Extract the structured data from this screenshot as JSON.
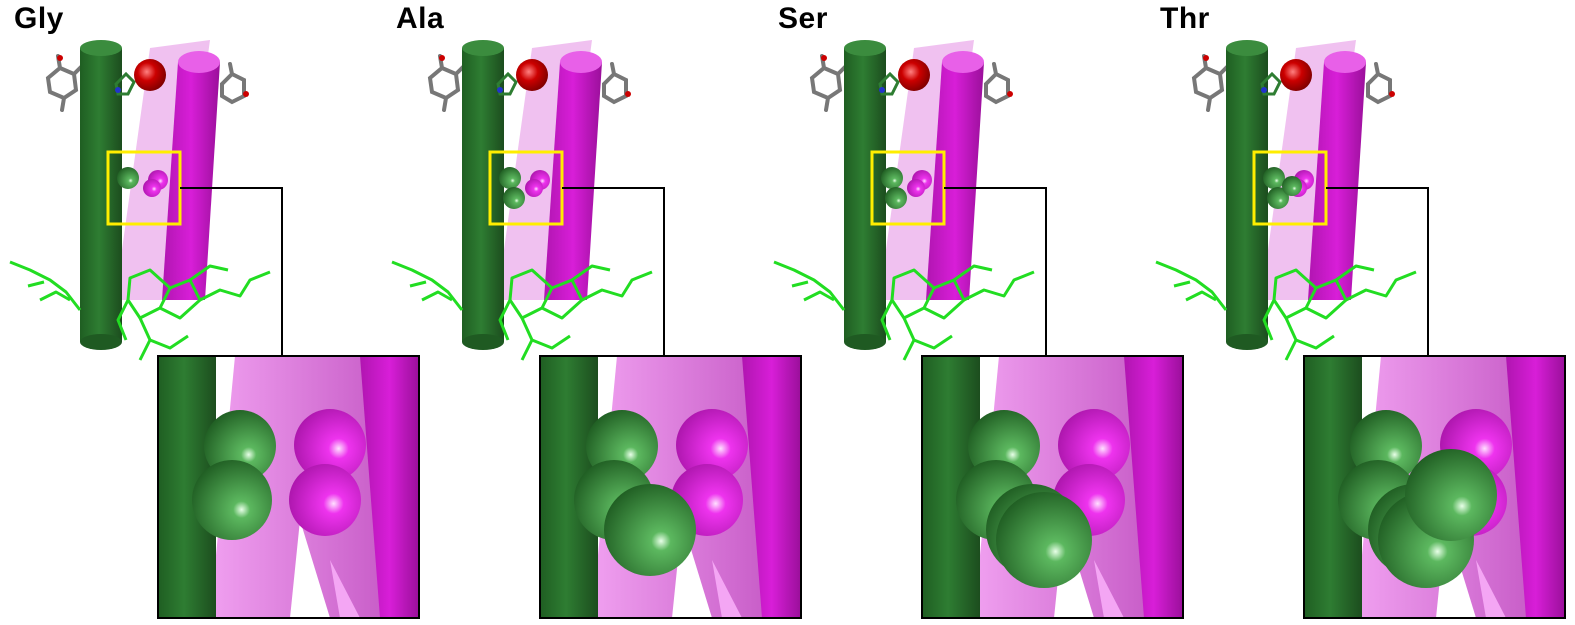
{
  "figure": {
    "panels": [
      {
        "label": "Gly",
        "residue": "glycine",
        "zoom_sidechain_atoms": 0
      },
      {
        "label": "Ala",
        "residue": "alanine",
        "zoom_sidechain_atoms": 1
      },
      {
        "label": "Ser",
        "residue": "serine",
        "zoom_sidechain_atoms": 2
      },
      {
        "label": "Thr",
        "residue": "threonine",
        "zoom_sidechain_atoms": 3
      }
    ],
    "colors": {
      "helix_green": "#2e7d32",
      "helix_magenta": "#d81ed8",
      "sphere_green": "#2f8f33",
      "sphere_magenta": "#ee33ee",
      "heme_green": "#22dd22",
      "oxygen_red": "#cc0000",
      "highlight_box": "#ffee00",
      "inset_border": "#000000"
    },
    "icons": [
      "cylinder-helix",
      "space-filling-sphere",
      "stick-model"
    ]
  }
}
